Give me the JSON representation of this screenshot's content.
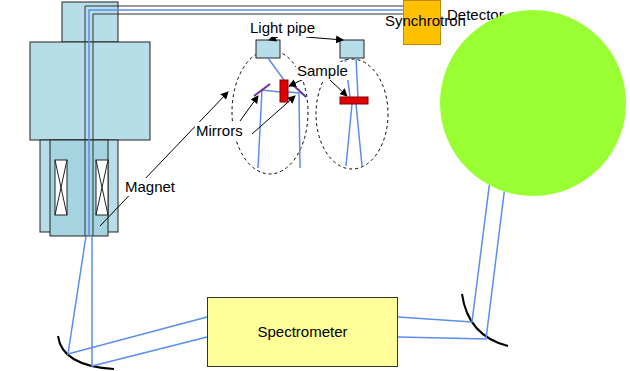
{
  "diagram": {
    "nodes": [
      {
        "text": [
          "Detector"
        ]
      },
      {
        "text": [
          "Synchrotron"
        ]
      },
      {
        "text": [
          "Spectrometer"
        ]
      }
    ],
    "edges": [
      {
        "from": 1,
        "to": 2,
        "arrow": "none"
      },
      {
        "from": 2,
        "to": 0,
        "arrow": "none"
      }
    ],
    "labels": [
      "Light pipe",
      "Sample",
      "Mirrors",
      "Magnet"
    ]
  }
}
